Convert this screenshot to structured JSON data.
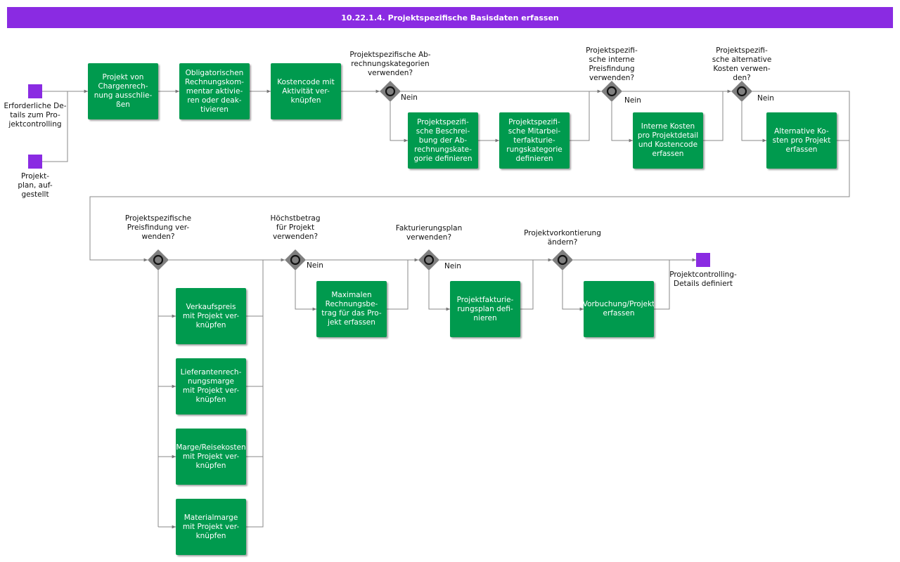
{
  "title": "10.22.1.4. Projektspezifische Basisdaten erfassen",
  "events": {
    "start1": "Erforderliche  De-\ntails zum  Pro-\njektcontrolling",
    "start2": "Projekt-\nplan, auf-\ngestellt",
    "end": "Projektcontrolling-\nDetails  definiert"
  },
  "tasks": {
    "t1": "Projekt von\nChargenrech-\nnung ausschlie-\nßen",
    "t2": "Obligatorischen\nRechnungskom-\nmentar  aktivie-\nren oder  deak-\ntivieren",
    "t3": "Kostencode mit\nAktivität ver-\nknüpfen",
    "t4": "Projektspezifi-\nsche  Beschrei-\nbung der  Ab-\nrechnungskate-\ngorie  definieren",
    "t5": "Projektspezifi-\nsche  Mitarbei-\nterfakturie-\nrungskategorie\ndefinieren",
    "t6": "Interne Kosten\npro Projektdetail\nund Kostencode\nerfassen",
    "t7": "Alternative Ko-\nsten pro Projekt\nerfassen",
    "t8": "Verkaufspreis\nmit Projekt ver-\nknüpfen",
    "t9": "Lieferantenrech-\nnungsmarge\nmit Projekt  ver-\nknüpfen",
    "t10": "Marge/Reisekosten\nmit Projekt ver-\nknüpfen",
    "t11": "Materialmarge\nmit Projekt ver-\nknüpfen",
    "t12": "Maximalen\nRechnungsbe-\ntrag für das Pro-\njekt erfassen",
    "t13": "Projektfakturie-\nrungsplan  defi-\nnieren",
    "t14": "Vorbuchung/Projekt\nerfassen"
  },
  "gateways": {
    "g1": "Projektspezifische  Ab-\nrechnungskategorien\nverwenden?",
    "g2": "Projektspezifi-\nsche interne\nPreisfindung\nverwenden?",
    "g3": "Projektspezifi-\nsche alternative\nKosten verwen-\nden?",
    "g4": "Projektspezifische\nPreisfindung  ver-\nwenden?",
    "g5": "Höchstbetrag\nfür Projekt\nverwenden?",
    "g6": "Fakturierungsplan\nverwenden?",
    "g7": "Projektvorkontierung\nändern?"
  },
  "nein": "Nein",
  "colors": {
    "title_bar": "#8a2be2",
    "task": "#009a4e",
    "event": "#8a2be2",
    "gateway": "#7f7f7f"
  }
}
